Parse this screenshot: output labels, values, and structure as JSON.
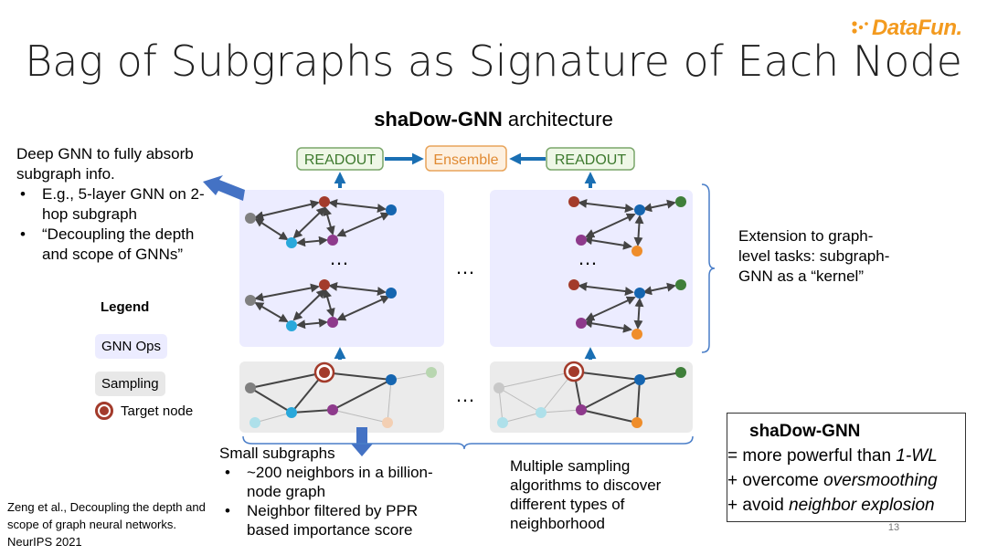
{
  "logo": {
    "text": "DataFun.",
    "color": "#f39a1e"
  },
  "title": "Bag of Subgraphs as Signature of Each Node",
  "subtitle": {
    "bold": "shaDow-GNN",
    "rest": " architecture"
  },
  "left_text": {
    "line1": "Deep GNN to fully absorb subgraph info.",
    "bullets": [
      "E.g., 5-layer GNN on 2-hop subgraph",
      "“Decoupling the depth and scope of GNNs”"
    ]
  },
  "legend": {
    "title": "Legend",
    "gnn_ops": "GNN Ops",
    "sampling": "Sampling",
    "target_node": "Target node"
  },
  "diagram": {
    "readout_left": "READOUT",
    "ensemble": "Ensemble",
    "readout_right": "READOUT",
    "ellipsis": "…",
    "colors": {
      "gnn_panel": "#ececff",
      "sampling_panel": "#ebebeb",
      "readout_fill": "#eef7e6",
      "readout_border": "#7aa66a",
      "readout_text": "#3d7a2e",
      "ensemble_fill": "#fdf0e0",
      "ensemble_border": "#e8a45a",
      "ensemble_text": "#e08a33",
      "arrow_blue": "#1a6fb3",
      "node_red": "#a33b2b",
      "node_blue": "#1565b0",
      "node_cyan": "#29a8db",
      "node_purple": "#8e3a8c",
      "node_gray": "#808080",
      "node_green": "#3f7f3a",
      "node_orange": "#ef8d2a"
    }
  },
  "right_text": "Extension to graph-level tasks: subgraph-GNN as a “kernel”",
  "bottom_left": {
    "line1": "Small subgraphs",
    "bullets": [
      "~200 neighbors in a billion-node graph",
      "Neighbor filtered by PPR based importance score"
    ]
  },
  "bottom_mid": "Multiple sampling algorithms to discover different types of neighborhood",
  "citation": "Zeng et al., Decoupling the depth and scope of graph neural networks. NeurIPS 2021",
  "shadow_box": {
    "title": "shaDow-GNN",
    "lines": [
      {
        "prefix": "= more powerful than ",
        "em": "1-WL",
        "suffix": ""
      },
      {
        "prefix": "+ overcome ",
        "em": "oversmoothing",
        "suffix": ""
      },
      {
        "prefix": "+ avoid ",
        "em": "neighbor explosion",
        "suffix": ""
      }
    ]
  },
  "page_number": "13"
}
